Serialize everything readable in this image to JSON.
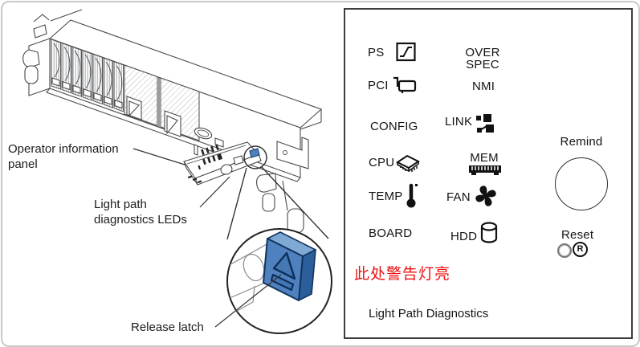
{
  "diagram": {
    "labels": {
      "operator_panel": "Operator information panel",
      "light_path_leds": "Light path diagnostics LEDs",
      "release_latch": "Release latch"
    },
    "colors": {
      "latch_blue": "#4e81bd",
      "latch_blue_dark": "#2c5e9c",
      "line": "#4a4a4a"
    }
  },
  "panel": {
    "title": "Light Path Diagnostics",
    "warning": {
      "text": "此处警告灯亮",
      "color": "#ee1111"
    },
    "leds": {
      "col1": [
        {
          "label": "PS",
          "icon": "power-icon"
        },
        {
          "label": "PCI",
          "icon": "pci-card-icon"
        },
        {
          "label": "CONFIG",
          "icon": "none"
        },
        {
          "label": "CPU",
          "icon": "cpu-chip-icon"
        },
        {
          "label": "TEMP",
          "icon": "thermometer-icon"
        },
        {
          "label": "BOARD",
          "icon": "none"
        }
      ],
      "col2": [
        {
          "label": "OVER SPEC",
          "icon": "none"
        },
        {
          "label": "NMI",
          "icon": "none"
        },
        {
          "label": "LINK",
          "icon": "link-blocks-icon"
        },
        {
          "label": "MEM",
          "icon": "dimm-icon"
        },
        {
          "label": "FAN",
          "icon": "fan-icon"
        },
        {
          "label": "HDD",
          "icon": "disk-cylinder-icon"
        }
      ]
    },
    "buttons": {
      "remind_label": "Remind",
      "reset_label": "Reset",
      "reset_symbol": "R"
    }
  }
}
